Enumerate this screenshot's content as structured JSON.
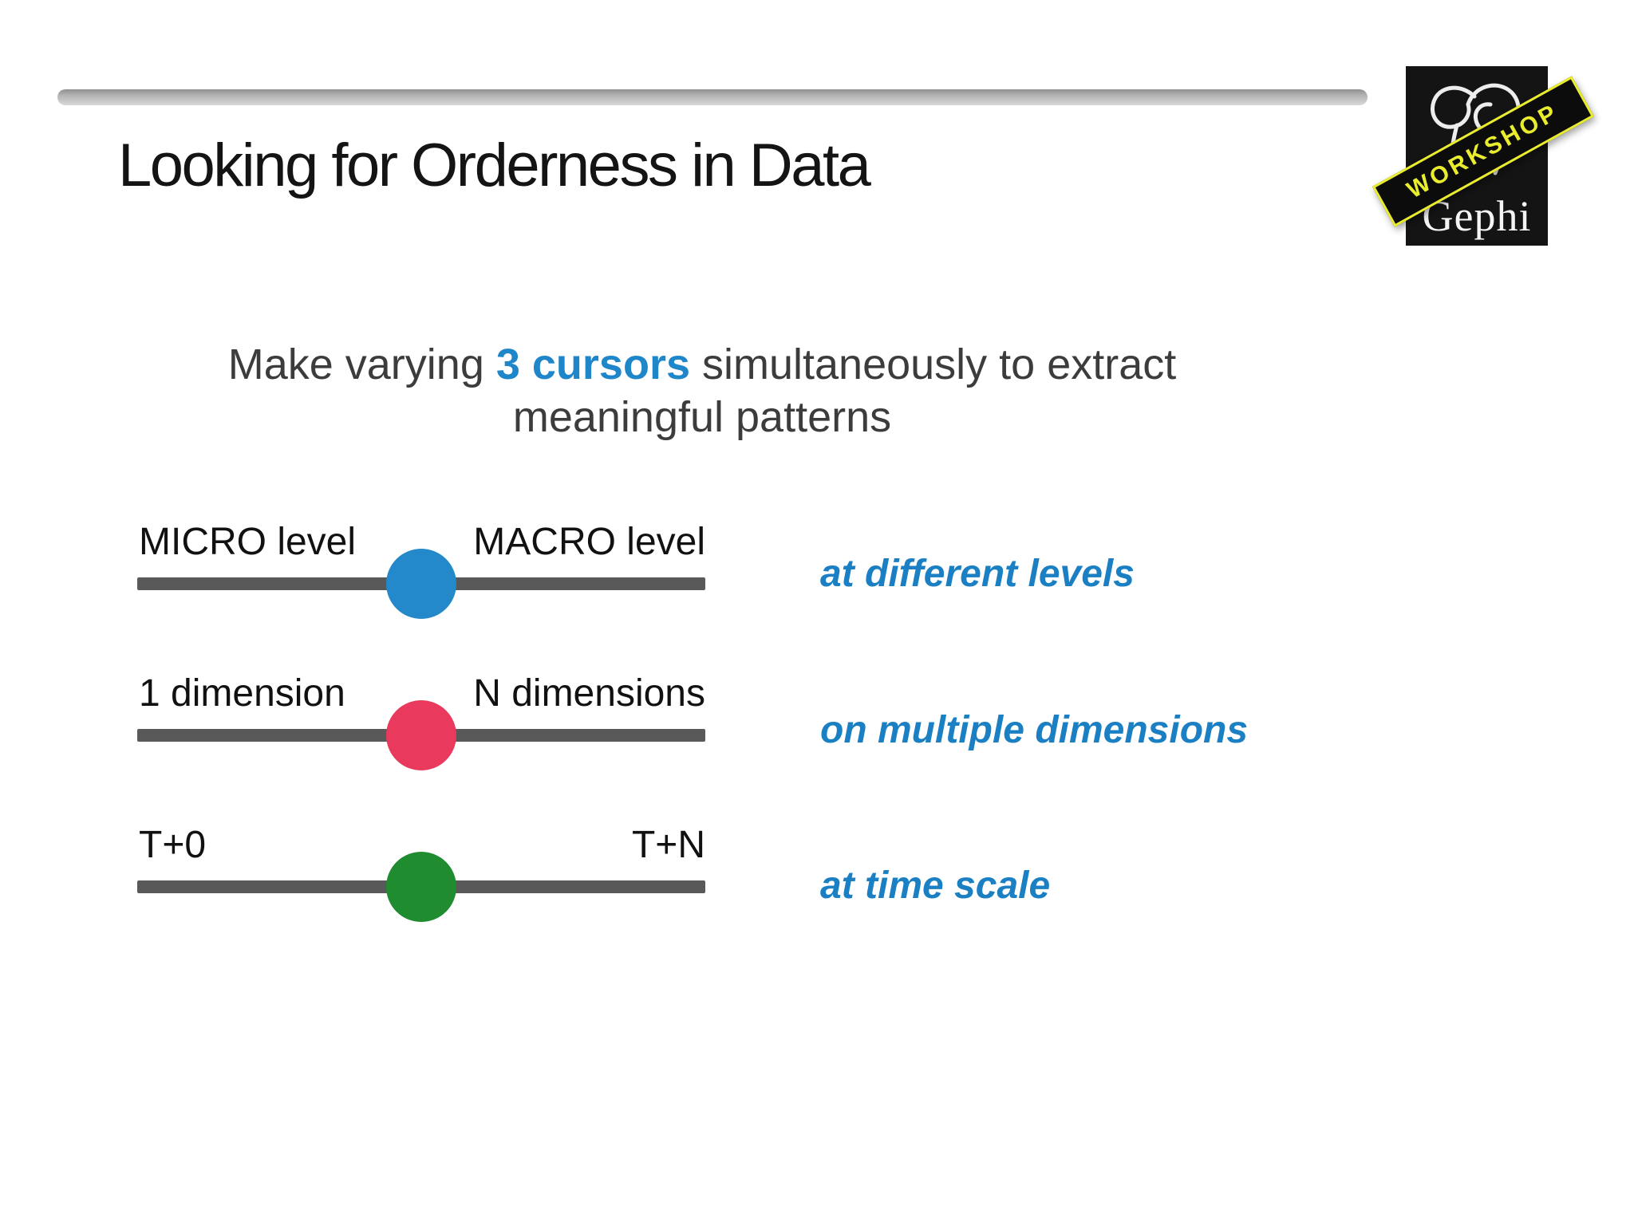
{
  "slide": {
    "title": "Looking for Orderness in Data",
    "subtitle": {
      "line1_pre": "Make varying ",
      "line1_highlight": "3 cursors",
      "line1_post": " simultaneously to extract",
      "line2": "meaningful patterns"
    },
    "logo": {
      "brand": "Gephi",
      "banner": "WORKSHOP"
    },
    "sliders": [
      {
        "left_label": "MICRO level",
        "right_label": "MACRO level",
        "knob_color": "#2389cb",
        "knob_position": "50%",
        "caption": "at different levels"
      },
      {
        "left_label": "1 dimension",
        "right_label": "N dimensions",
        "knob_color": "#e9395d",
        "knob_position": "50%",
        "caption": "on multiple dimensions"
      },
      {
        "left_label": "T+0",
        "right_label": "T+N",
        "knob_color": "#1f8c2f",
        "knob_position": "50%",
        "caption": "at time scale"
      }
    ],
    "colors": {
      "accent_blue": "#1e86c9",
      "caption_blue": "#1b80c3",
      "track_gray": "#595959",
      "banner_yellow": "#e9ed2e"
    }
  }
}
